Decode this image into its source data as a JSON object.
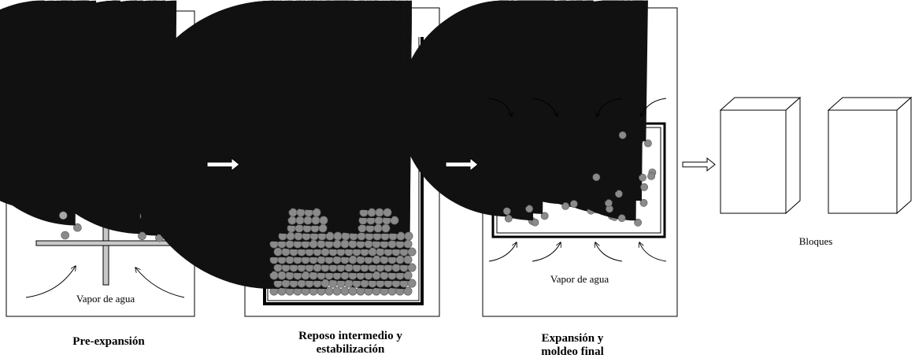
{
  "stages": [
    {
      "id": "pre",
      "title_lines": [
        "Pre-expansión"
      ],
      "inner_label": "Vapor de agua"
    },
    {
      "id": "rest",
      "title_lines": [
        "Reposo intermedio y",
        "estabilización"
      ]
    },
    {
      "id": "final",
      "title_lines": [
        "Expansión y",
        "moldeo final"
      ],
      "inner_label": "Vapor de agua"
    },
    {
      "id": "blocks",
      "label": "Bloques"
    }
  ],
  "colors": {
    "bead": "#8a8a8a",
    "bead_light": "#a8a8a8",
    "bead_stroke": "#555555",
    "shelf": "#c8c8c8",
    "line": "#000000"
  }
}
